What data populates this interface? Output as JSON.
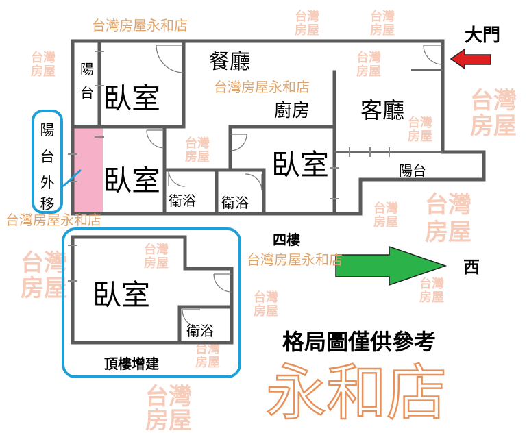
{
  "watermark": {
    "text": "台灣房屋永和店",
    "logo_line1": "台灣",
    "logo_line2": "房屋"
  },
  "rooms": {
    "balcony_small": [
      "陽",
      "台"
    ],
    "bedroom": "臥室",
    "dining": "餐廳",
    "kitchen": "廚房",
    "living": "客廳",
    "bath": "衛浴",
    "balcony_east": "陽台",
    "balcony_moved": [
      "陽",
      "台",
      "外",
      "移"
    ]
  },
  "labels": {
    "main_door": "大門",
    "floor": "四樓",
    "west": "西",
    "rooftop": "頂樓增建",
    "disclaimer": "格局圖僅供參考",
    "store": "永和店"
  },
  "colors": {
    "wall": "#5a5a5a",
    "pink_area": "#f6b0c8",
    "blue_outline": "#1e9fd6",
    "door_arrow": "#e02020",
    "west_arrow": "#2bb34a",
    "watermark": "#e0a46b",
    "store_text": "#e8925a"
  }
}
